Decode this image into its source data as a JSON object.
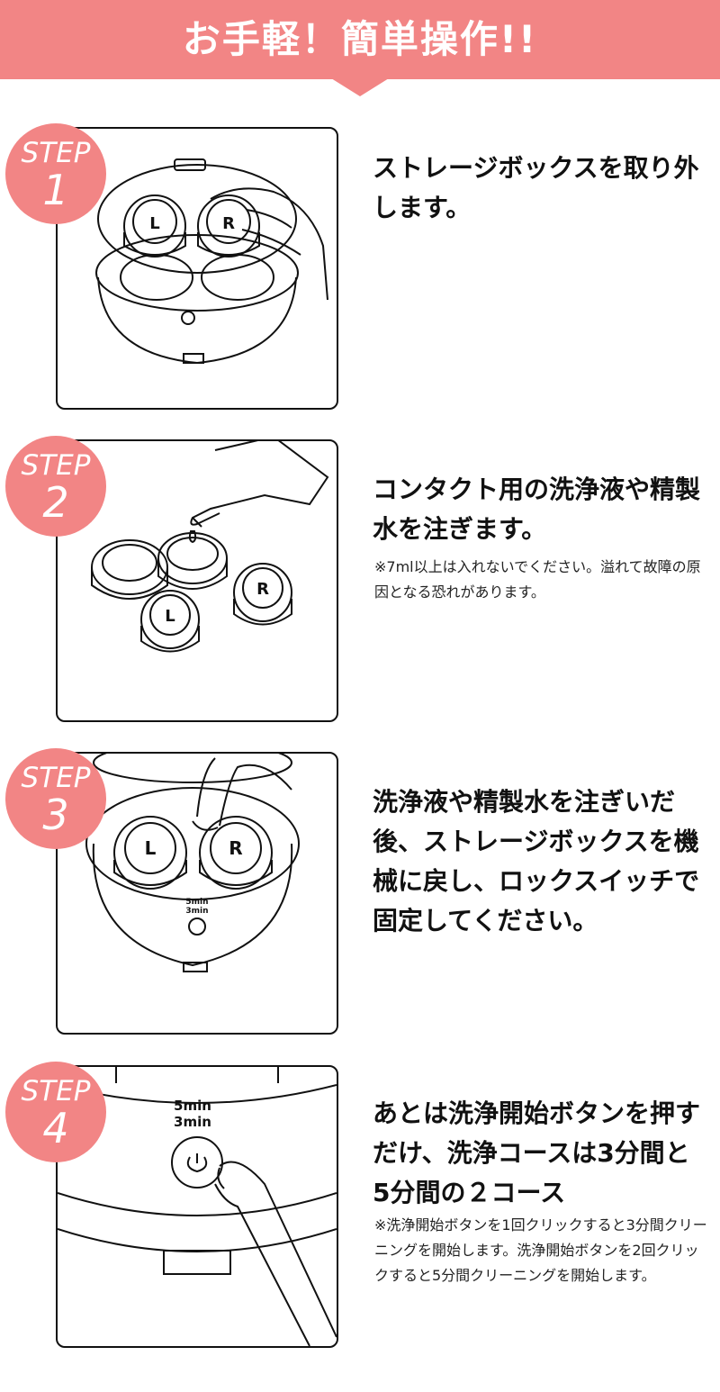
{
  "header": {
    "title": "お手軽！簡単操作!!"
  },
  "steps": [
    {
      "badge_word": "STEP",
      "badge_num": "1",
      "main_text": "ストレージボックスを取り外します。",
      "note": ""
    },
    {
      "badge_word": "STEP",
      "badge_num": "2",
      "main_text": "コンタクト用の洗浄液や精製水を注ぎます。",
      "note": "※7ml以上は入れないでください。溢れて故障の原因となる恐れがあります。"
    },
    {
      "badge_word": "STEP",
      "badge_num": "3",
      "main_text": "洗浄液や精製水を注ぎいだ後、ストレージボックスを機械に戻し、ロックスイッチで固定してください。",
      "note": ""
    },
    {
      "badge_word": "STEP",
      "badge_num": "4",
      "main_text": "あとは洗浄開始ボタンを押すだけ、洗浄コースは3分間と5分間の２コース",
      "note": "※洗浄開始ボタンを1回クリックすると3分間クリーニングを開始します。洗浄開始ボタンを2回クリックすると5分間クリーニングを開始します。"
    }
  ],
  "labels": {
    "lens_left": "L",
    "lens_right": "R",
    "timer_5": "5min",
    "timer_3": "3min"
  },
  "colors": {
    "accent": "#f28585",
    "line": "#111111"
  }
}
